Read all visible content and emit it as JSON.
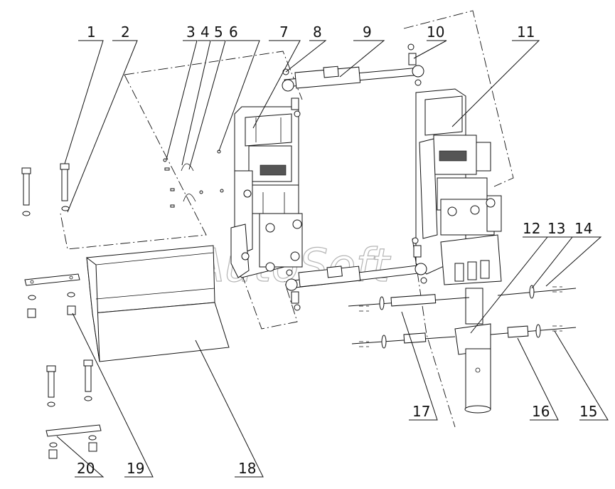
{
  "callouts": [
    "1",
    "2",
    "3",
    "4",
    "5",
    "6",
    "7",
    "8",
    "9",
    "10",
    "11",
    "12",
    "13",
    "14",
    "15",
    "16",
    "17",
    "18",
    "19",
    "20"
  ],
  "watermark": "AutoSoft"
}
